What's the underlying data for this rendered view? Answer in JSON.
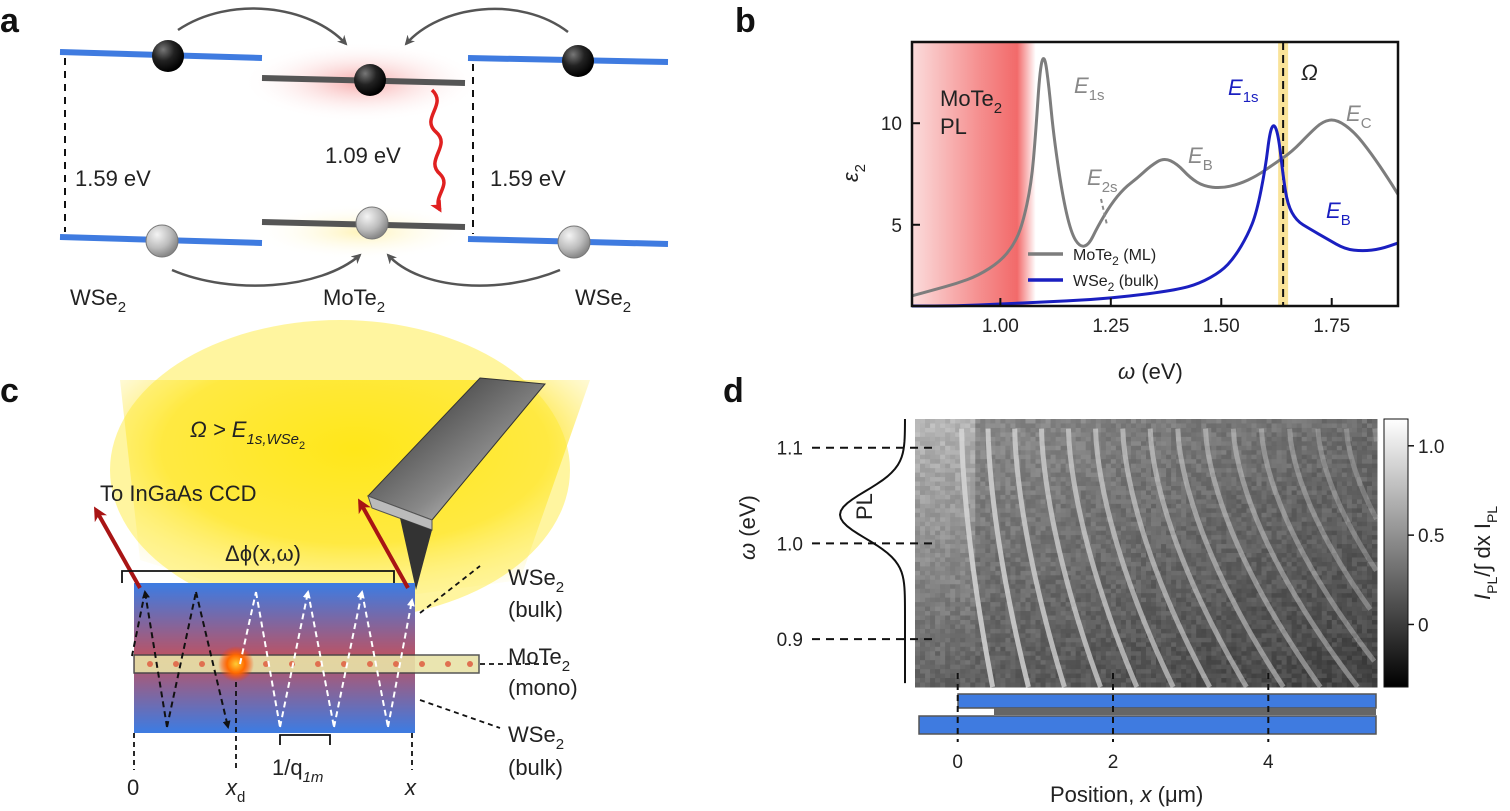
{
  "panels": {
    "a": {
      "letter": "a",
      "gap_left": "1.59 eV",
      "gap_center": "1.09 eV",
      "gap_right": "1.59 eV",
      "material_left": "WSe",
      "material_center": "MoTe",
      "material_right": "WSe",
      "subscript": "2",
      "colors": {
        "wse2_band": "#3f7be0",
        "mote2_band": "#555555",
        "emission": "#e02020"
      }
    },
    "b": {
      "letter": "b",
      "pl_label_line1": "MoTe",
      "pl_label_sub": "2",
      "pl_label_line2": "PL",
      "omega_label": "Ω",
      "e1s_gray": "E",
      "e1s_gray_sub": "1s",
      "e2s": "E",
      "e2s_sub": "2s",
      "eb_gray": "E",
      "eb_gray_sub": "B",
      "ec": "E",
      "ec_sub": "C",
      "e1s_blue": "E",
      "e1s_blue_sub": "1s",
      "eb_blue": "E",
      "eb_blue_sub": "B",
      "legend_mote2": "MoTe",
      "legend_mote2_sub": "2",
      "legend_mote2_suffix": " (ML)",
      "legend_wse2": "WSe",
      "legend_wse2_sub": "2",
      "legend_wse2_suffix": " (bulk)",
      "ylabel": "ε",
      "ylabel_sub": "2",
      "xlabel_sym": "ω",
      "xlabel_unit": " (eV)",
      "colors": {
        "mote2": "#808080",
        "wse2": "#1a1fc0",
        "pl": "#f04848",
        "omega_line": "#f5d76e"
      }
    },
    "c": {
      "letter": "c",
      "condition": "Ω > E",
      "condition_sub": "1s,WSe",
      "condition_subsub": "2",
      "to_ccd": "To InGaAs CCD",
      "phase": "Δϕ(x,ω)",
      "wse2_top": "WSe",
      "wse2_top_sub": "2",
      "bulk_top": "(bulk)",
      "mote2": "MoTe",
      "mote2_sub": "2",
      "mono": "(mono)",
      "wse2_bot": "WSe",
      "wse2_bot_sub": "2",
      "bulk_bot": "(bulk)",
      "origin": "0",
      "xd": "x",
      "xd_sub": "d",
      "x_end": "x",
      "wavelength": "1/q",
      "wavelength_sub": "1m",
      "colors": {
        "wse2": "#3f7be0",
        "light": "#ffe63a",
        "ray": "#b01818"
      }
    },
    "d": {
      "letter": "d",
      "ylabel_sym": "ω",
      "ylabel_unit": " (eV)",
      "pl_label": "PL",
      "cbar_label": "I",
      "cbar_label_sub": "PL",
      "cbar_label_rest": "/∫ dx I",
      "cbar_label_sub2": "PL",
      "xlabel": "Position, ",
      "xlabel_sym": "x",
      "xlabel_unit": " (μm)"
    }
  },
  "chart_data": [
    {
      "type": "line",
      "panel": "b",
      "xlabel": "ω (eV)",
      "ylabel": "ε2",
      "xlim": [
        0.8,
        1.9
      ],
      "ylim": [
        1,
        14
      ],
      "x_ticks": [
        "1.00",
        "1.25",
        "1.50",
        "1.75"
      ],
      "x_tick_values": [
        1.0,
        1.25,
        1.5,
        1.75
      ],
      "y_ticks": [
        "5",
        "10"
      ],
      "y_tick_values": [
        5,
        10
      ],
      "pl_band": [
        0.8,
        1.08
      ],
      "omega_line_x": 1.64,
      "series": [
        {
          "name": "MoTe2 (ML)",
          "x": [
            0.8,
            0.85,
            0.9,
            0.95,
            1.0,
            1.03,
            1.05,
            1.07,
            1.08,
            1.09,
            1.1,
            1.11,
            1.12,
            1.14,
            1.16,
            1.18,
            1.2,
            1.22,
            1.25,
            1.28,
            1.31,
            1.34,
            1.37,
            1.4,
            1.43,
            1.46,
            1.5,
            1.54,
            1.58,
            1.62,
            1.66,
            1.7,
            1.73,
            1.76,
            1.8,
            1.84,
            1.88,
            1.9
          ],
          "y": [
            1.5,
            1.8,
            2.1,
            2.5,
            3.2,
            4.0,
            5.0,
            7.0,
            9.5,
            12.8,
            13.4,
            11.8,
            9.5,
            6.5,
            4.6,
            3.9,
            4.0,
            4.9,
            6.0,
            6.8,
            7.3,
            7.9,
            8.3,
            8.0,
            7.3,
            6.9,
            6.8,
            7.0,
            7.4,
            8.0,
            8.6,
            9.5,
            10.1,
            10.2,
            9.6,
            8.5,
            7.2,
            6.5
          ]
        },
        {
          "name": "WSe2 (bulk)",
          "x": [
            0.8,
            0.9,
            1.0,
            1.1,
            1.2,
            1.3,
            1.4,
            1.45,
            1.5,
            1.53,
            1.56,
            1.58,
            1.6,
            1.61,
            1.62,
            1.63,
            1.64,
            1.65,
            1.67,
            1.7,
            1.74,
            1.78,
            1.82,
            1.86,
            1.9
          ],
          "y": [
            1.0,
            1.0,
            1.1,
            1.2,
            1.3,
            1.5,
            1.8,
            2.1,
            2.7,
            3.4,
            4.5,
            5.6,
            7.8,
            9.6,
            10.0,
            9.3,
            7.4,
            6.0,
            5.2,
            4.8,
            4.3,
            3.8,
            3.7,
            3.8,
            4.1
          ]
        }
      ]
    },
    {
      "type": "heatmap",
      "panel": "d",
      "xlabel": "Position, x (μm)",
      "ylabel": "ω (eV)",
      "x_ticks": [
        "0",
        "2",
        "4"
      ],
      "x_tick_values": [
        0,
        2,
        4
      ],
      "xlim": [
        -0.55,
        5.4
      ],
      "y_ticks": [
        "0.9",
        "1.0",
        "1.1"
      ],
      "y_tick_values": [
        0.9,
        1.0,
        1.1
      ],
      "ylim": [
        0.85,
        1.13
      ],
      "colorbar_ticks": [
        "0",
        "0.5",
        "1.0"
      ],
      "colorbar_tick_values": [
        0,
        0.5,
        1.0
      ],
      "colorbar_range": [
        -0.35,
        1.15
      ],
      "colormap": "gray"
    }
  ]
}
